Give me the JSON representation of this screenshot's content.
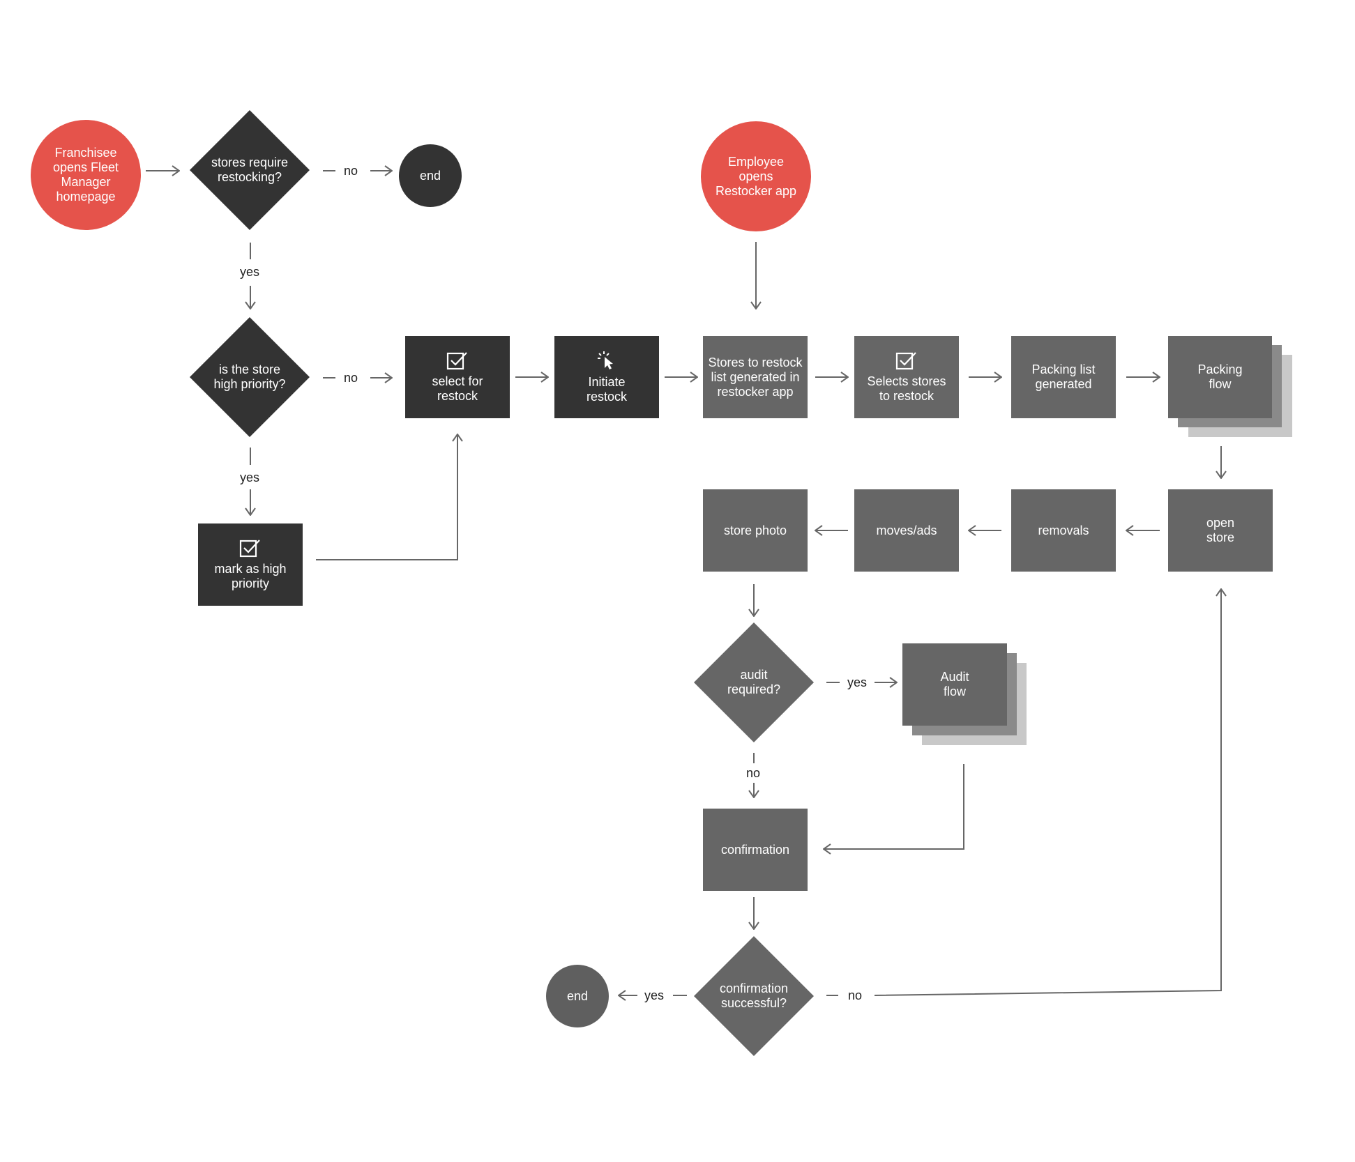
{
  "colors": {
    "start": "#e5534b",
    "dark": "#333333",
    "mid": "#666666",
    "line": "#666666",
    "stack1": "#8a8a8a",
    "stack2": "#c8c8c8"
  },
  "nodes": {
    "start_franchisee": "Franchisee\nopens Fleet\nManager\nhomepage",
    "decision_restocking": "stores require\nrestocking?",
    "end_top": "end",
    "decision_priority": "is the store\nhigh priority?",
    "mark_high_priority": "mark as high\npriority",
    "select_restock": "select for\nrestock",
    "initiate_restock": "Initiate\nrestock",
    "start_employee": "Employee\nopens\nRestocker app",
    "stores_list": "Stores to restock\nlist generated in\nrestocker app",
    "selects_stores": "Selects stores\nto restock",
    "packing_list": "Packing list\ngenerated",
    "packing_flow": "Packing\nflow",
    "open_store": "open\nstore",
    "removals": "removals",
    "moves_ads": "moves/ads",
    "store_photo": "store photo",
    "decision_audit": "audit\nrequired?",
    "audit_flow": "Audit\nflow",
    "confirmation": "confirmation",
    "decision_confirmation": "confirmation\nsuccessful?",
    "end_bottom": "end"
  },
  "icons": {
    "mark_high_priority": "checkbox-icon",
    "select_restock": "checkbox-icon",
    "initiate_restock": "cursor-click-icon",
    "selects_stores": "checkbox-icon"
  },
  "edge_labels": {
    "restocking_no": "no",
    "restocking_yes": "yes",
    "priority_no": "no",
    "priority_yes": "yes",
    "audit_yes": "yes",
    "audit_no": "no",
    "confirmation_yes": "yes",
    "confirmation_no": "no"
  }
}
